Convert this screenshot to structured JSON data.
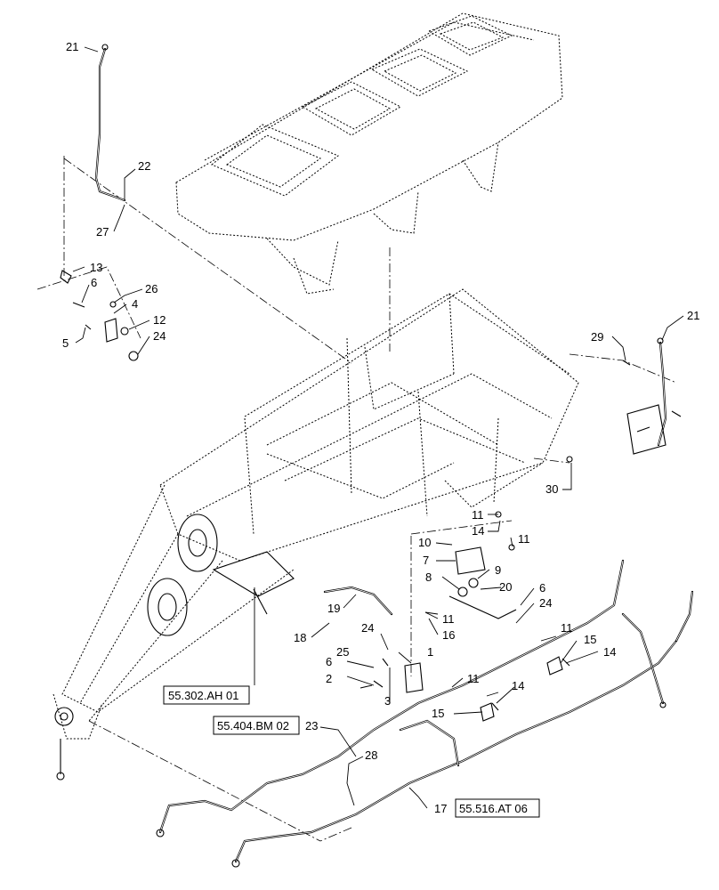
{
  "callouts": [
    "21",
    "22",
    "27",
    "13",
    "6",
    "26",
    "4",
    "12",
    "5",
    "24",
    "29",
    "21",
    "30",
    "11",
    "14",
    "10",
    "7",
    "11",
    "9",
    "8",
    "20",
    "6",
    "24",
    "19",
    "18",
    "11",
    "16",
    "24",
    "25",
    "1",
    "6",
    "2",
    "3",
    "11",
    "15",
    "14",
    "11",
    "14",
    "15",
    "23",
    "28",
    "17"
  ],
  "references": [
    "55.302.AH 01",
    "55.404.BM 02",
    "55.516.AT 06"
  ]
}
